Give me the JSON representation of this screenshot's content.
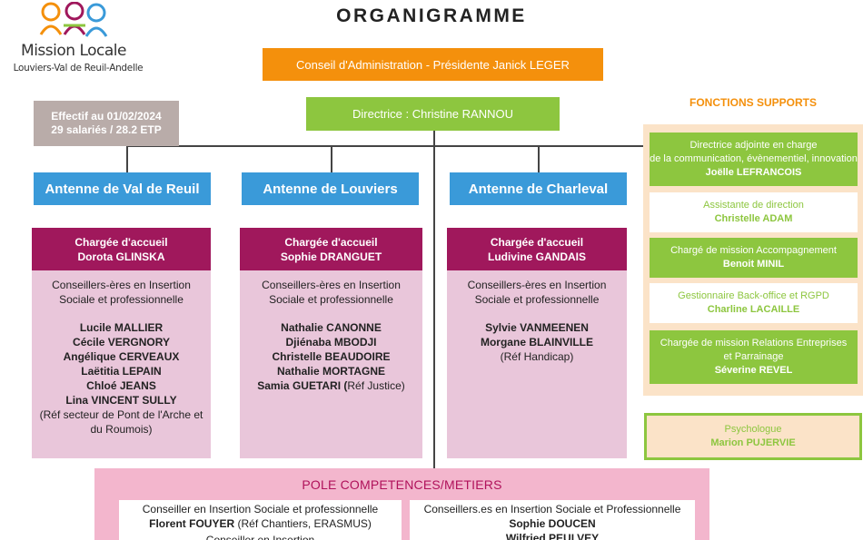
{
  "logo": {
    "name": "Mission Locale",
    "subtitle": "Louviers-Val de Reuil-Andelle"
  },
  "title": "ORGANIGRAMME",
  "conseil": "Conseil d'Administration - Présidente Janick LEGER",
  "directrice": "Directrice : Christine RANNOU",
  "effectif": {
    "line1": "Effectif au 01/02/2024",
    "line2": "29 salariés / 28.2 ETP"
  },
  "colors": {
    "orange": "#f4900c",
    "green": "#8dc63f",
    "blue": "#3a9ad9",
    "magenta": "#a0185c",
    "pink": "#e9c6da",
    "peach": "#fbe3c8",
    "pole_pink": "#f3b6cd",
    "grey": "#b9aca9"
  },
  "antennes": [
    {
      "name": "Antenne de Val de Reuil",
      "accueil_role": "Chargée d'accueil",
      "accueil_name": "Dorota GLINSKA",
      "intro1": "Conseillers-ères en Insertion",
      "intro2": "Sociale et professionnelle",
      "members": [
        "Lucile MALLIER",
        "Cécile VERGNORY",
        "Angélique CERVEAUX",
        "Laëtitia LEPAIN",
        "Chloé JEANS",
        "Lina VINCENT SULLY"
      ],
      "note1": "(Réf secteur de Pont de l'Arche et",
      "note2": "du Roumois)"
    },
    {
      "name": "Antenne de Louviers",
      "accueil_role": "Chargée d'accueil",
      "accueil_name": "Sophie DRANGUET",
      "intro1": "Conseillers-ères en Insertion",
      "intro2": "Sociale et professionnelle",
      "members": [
        "Nathalie CANONNE",
        "Djiénaba MBODJI",
        "Christelle BEAUDOIRE",
        "Nathalie MORTAGNE"
      ],
      "last_member": "Samia GUETARI (",
      "last_note": "Réf Justice)"
    },
    {
      "name": "Antenne de Charleval",
      "accueil_role": "Chargée d'accueil",
      "accueil_name": "Ludivine GANDAIS",
      "intro1": "Conseillers-ères en Insertion",
      "intro2": "Sociale et professionnelle",
      "members": [
        "Sylvie VANMEENEN",
        "Morgane BLAINVILLE"
      ],
      "note1": "(Réf Handicap)"
    }
  ],
  "supports": {
    "title": "FONCTIONS SUPPORTS",
    "items": [
      {
        "role1": "Directrice adjointe en charge",
        "role2": "de la communication, évènementiel, innovation",
        "name": "Joëlle LEFRANCOIS"
      },
      {
        "role1": "Assistante de direction",
        "name": "Christelle ADAM"
      },
      {
        "role1": "Chargé de mission  Accompagnement",
        "name": "Benoit MINIL"
      },
      {
        "role1": "Gestionnaire Back-office et RGPD",
        "name": "Charline LACAILLE"
      },
      {
        "role1": "Chargée de mission Relations Entreprises",
        "role2": "et Parrainage",
        "name": "Séverine REVEL"
      }
    ]
  },
  "psy": {
    "role": "Psychologue",
    "name": "Marion PUJERVIE"
  },
  "pole": {
    "title": "POLE COMPETENCES/METIERS",
    "left": {
      "role": "Conseiller en Insertion Sociale et professionnelle",
      "name": "Florent FOUYER",
      "note": " (Réf Chantiers, ERASMUS)",
      "partial": "Conseiller en Insertion"
    },
    "right": {
      "role": "Conseillers.es en Insertion Sociale et Professionnelle",
      "names": [
        "Sophie DOUCEN",
        "Wilfried PEULVEY"
      ]
    }
  }
}
